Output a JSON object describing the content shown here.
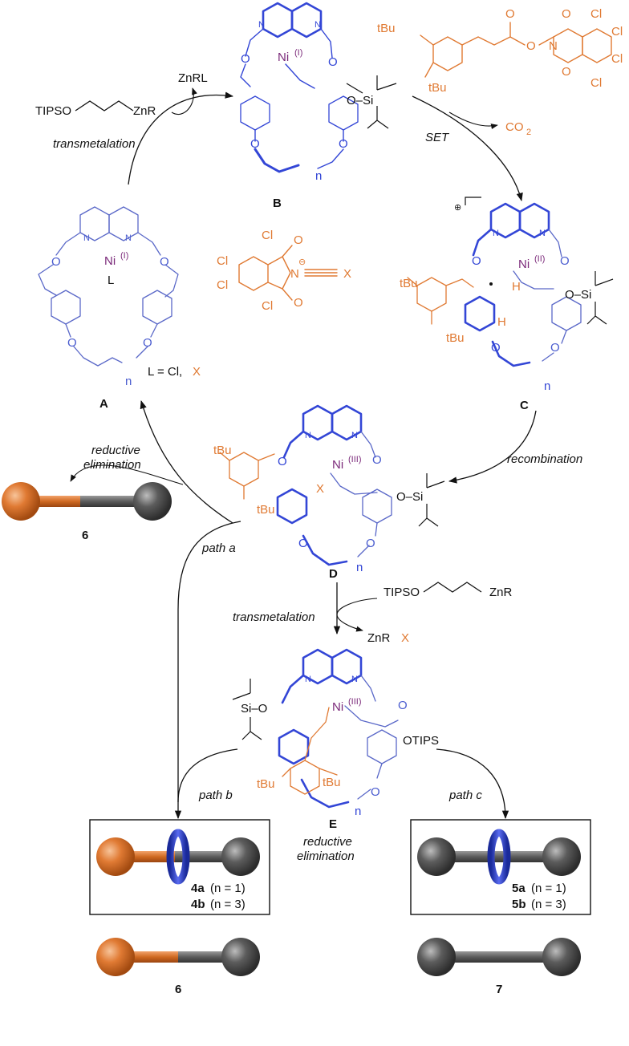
{
  "colors": {
    "ligand": "#4a5ccf",
    "ligand_bold": "#3346d6",
    "orange": "#e07a33",
    "nickel": "#7b2a7a",
    "gray": "#5c5c5c",
    "black": "#111111"
  },
  "labels": {
    "A": "A",
    "B": "B",
    "C": "C",
    "D": "D",
    "E": "E",
    "n": "n",
    "six_left": "6",
    "six_bottom": "6",
    "seven": "7",
    "L_def": "L = Cl,",
    "L_def_X": "X",
    "X_anion": "X",
    "L": "L",
    "X_ni": "X"
  },
  "reagents": {
    "tipso_zn_left": "TIPSO",
    "zn_r_left": "ZnR",
    "znrl": "ZnRL",
    "co2": "CO",
    "co2_sub": "2",
    "tipso_zn_mid": "TIPSO",
    "zn_r_mid": "ZnR",
    "znrx": "ZnR",
    "znrx_X": "X",
    "tbu": "tBu",
    "otips": "OTIPS",
    "o_si": "O–Si",
    "si_o": "Si–O"
  },
  "steps": {
    "transmetalation_top": "transmetalation",
    "set": "SET",
    "recombination": "recombination",
    "reductive_elim_top": "reductive",
    "reductive_elim_top2": "elimination",
    "transmetalation_mid": "transmetalation",
    "path_a": "path a",
    "path_b": "path b",
    "path_c": "path c",
    "reductive_elim_bottom": "reductive",
    "reductive_elim_bottom2": "elimination"
  },
  "nickel": {
    "ni1": "Ni",
    "ox1": "(I)",
    "ni2": "Ni",
    "ox2": "(II)",
    "ni3": "Ni",
    "ox3": "(III)"
  },
  "products": {
    "p4a": "4a",
    "p4a_n": "(n = 1)",
    "p4b": "4b",
    "p4b_n": "(n = 3)",
    "p5a": "5a",
    "p5a_n": "(n = 1)",
    "p5b": "5b",
    "p5b_n": "(n = 3)"
  },
  "phthalimide": {
    "cl": "Cl",
    "o": "O",
    "n": "N",
    "minus": "⊖",
    "plus": "⊕"
  }
}
